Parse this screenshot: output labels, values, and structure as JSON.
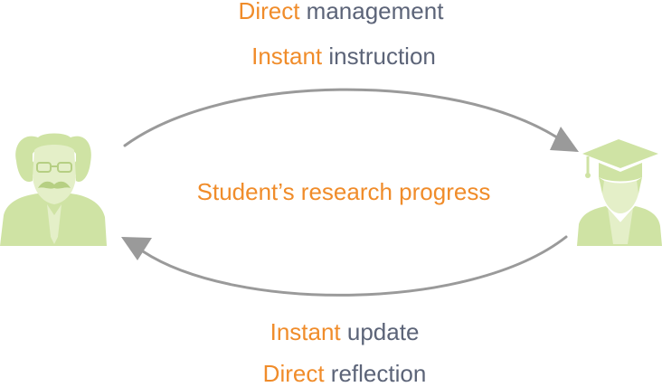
{
  "colors": {
    "accent": "#f08c2a",
    "muted": "#5c6478",
    "icon": "#cfe3a4",
    "arrow": "#9a9a9a"
  },
  "top_labels": [
    {
      "accent": "Direct",
      "rest": " management"
    },
    {
      "accent": "Instant",
      "rest": " instruction"
    }
  ],
  "center_label": "Student’s research progress",
  "bottom_labels": [
    {
      "accent": "Instant",
      "rest": " update"
    },
    {
      "accent": "Direct",
      "rest": " reflection"
    }
  ],
  "icons": {
    "left": "professor-icon",
    "right": "graduate-student-icon"
  }
}
